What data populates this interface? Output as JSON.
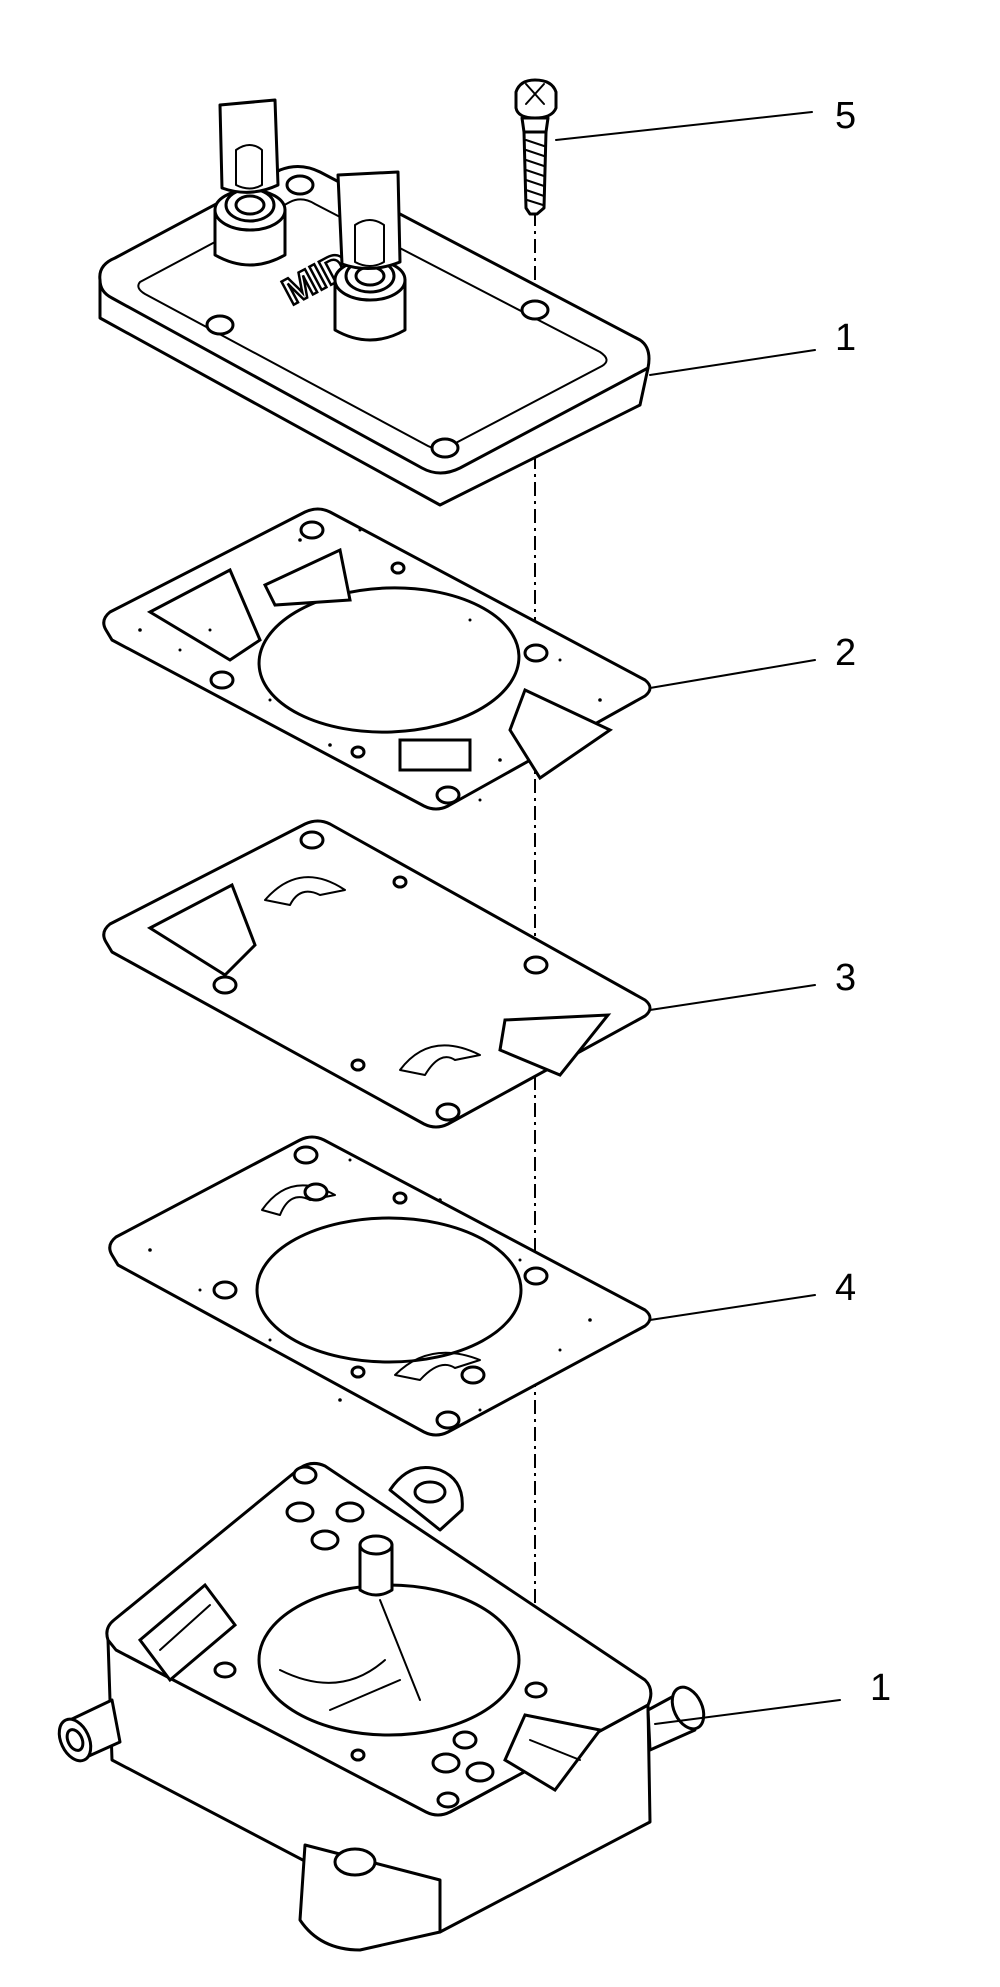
{
  "callouts": [
    {
      "id": "bolt",
      "label": "5"
    },
    {
      "id": "top-body",
      "label": "1"
    },
    {
      "id": "gasket-upper",
      "label": "2"
    },
    {
      "id": "diaphragm",
      "label": "3"
    },
    {
      "id": "gasket-lower",
      "label": "4"
    },
    {
      "id": "bottom-body",
      "label": "1"
    }
  ],
  "cover_marking": "MID",
  "colors": {
    "ink": "#000000",
    "paper": "#ffffff"
  }
}
